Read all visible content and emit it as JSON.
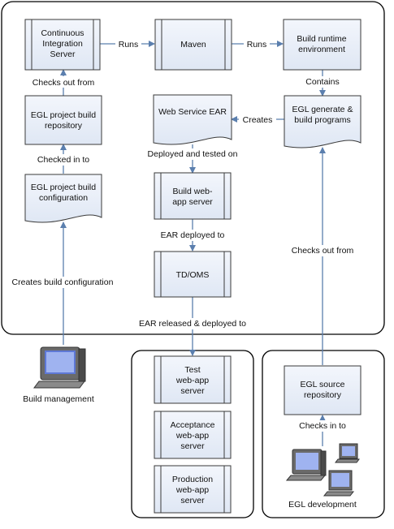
{
  "nodes": {
    "ci_server": [
      "Continuous",
      "Integration",
      "Server"
    ],
    "maven": [
      "Maven"
    ],
    "build_runtime": [
      "Build runtime",
      "environment"
    ],
    "build_repo": [
      "EGL project build",
      "repository"
    ],
    "web_service_ear": [
      "Web Service EAR"
    ],
    "egl_generate": [
      "EGL generate &",
      "build programs"
    ],
    "build_config": [
      "EGL project build",
      "configuration"
    ],
    "build_webapp": [
      "Build web-",
      "app server"
    ],
    "tdoms": [
      "TD/OMS"
    ],
    "test_server": [
      "Test",
      "web-app",
      "server"
    ],
    "acceptance_server": [
      "Acceptance",
      "web-app",
      "server"
    ],
    "production_server": [
      "Production",
      "web-app",
      "server"
    ],
    "egl_source_repo": [
      "EGL source",
      "repository"
    ]
  },
  "edges": {
    "runs1": "Runs",
    "runs2": "Runs",
    "contains": "Contains",
    "creates": "Creates",
    "checks_out_from_ci": "Checks out from",
    "checked_in_to": "Checked in to",
    "deployed_tested": "Deployed and tested on",
    "ear_deployed": "EAR deployed to",
    "creates_build_config": "Creates build configuration",
    "checks_out_from_dev": "Checks out from",
    "ear_released": "EAR released & deployed to",
    "checks_in_to": "Checks in to"
  },
  "actors": {
    "build_management": "Build management",
    "egl_development": "EGL development"
  },
  "colors": {
    "box_fill": "#e6edf8",
    "box_stroke": "#3a3a3a",
    "arrow": "#5b7fae",
    "frame": "#000000"
  }
}
